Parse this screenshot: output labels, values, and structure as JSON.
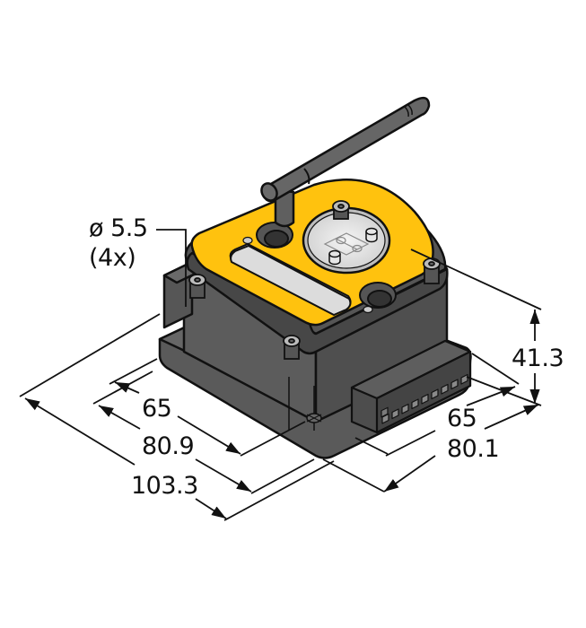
{
  "figure": {
    "type": "dimensional drawing",
    "subject": "wireless I/O device with antenna, yellow top cover, dark grey housing, terminal block"
  },
  "colors": {
    "housing": "#5f5f5f",
    "housing_dark": "#4a4a4a",
    "cover": "#ffc20e",
    "label_plate": "#d8d8d8",
    "outline": "#111111",
    "dimension_line": "#111111"
  },
  "annotations": {
    "hole_diameter": "ø 5.5",
    "hole_count": "(4x)"
  },
  "dimensions": {
    "height": "41.3",
    "right_inner": "65",
    "right_outer": "80.1",
    "left_inner": "65",
    "left_mid": "80.9",
    "left_outer": "103.3"
  }
}
